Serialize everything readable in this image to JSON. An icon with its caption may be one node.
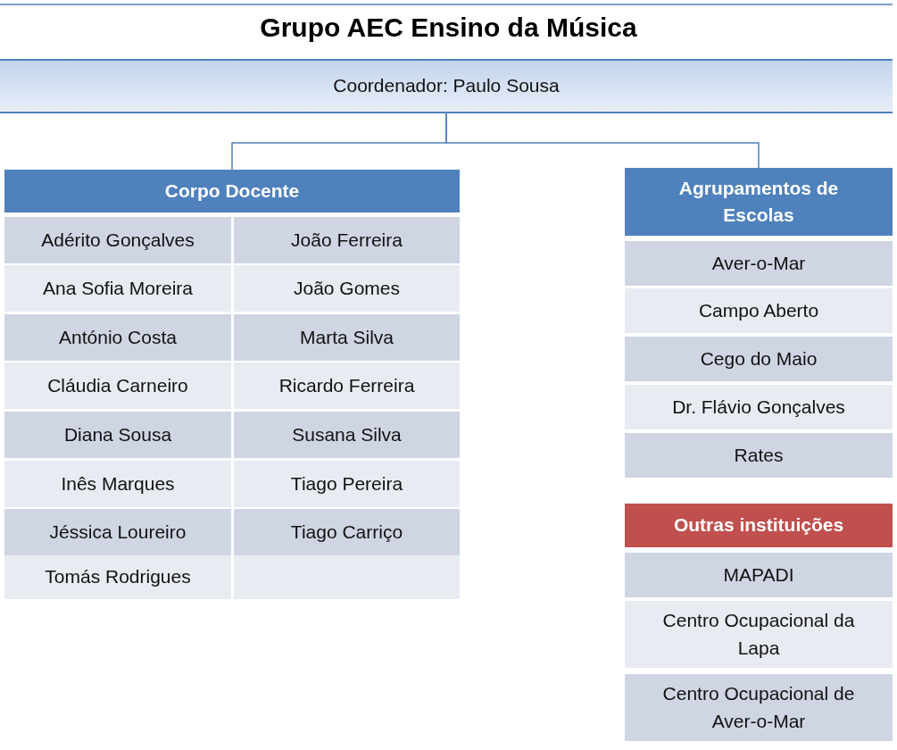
{
  "diagram": {
    "title": "Grupo AEC Ensino da Música",
    "nodes": [
      {
        "text": [
          "Coordenador: Paulo Sousa"
        ]
      },
      {
        "text": [
          "Corpo Docente"
        ]
      },
      {
        "text": [
          "Adérito Gonçalves"
        ]
      },
      {
        "text": [
          "João Ferreira"
        ]
      },
      {
        "text": [
          "Ana Sofia Moreira"
        ]
      },
      {
        "text": [
          "João Gomes"
        ]
      },
      {
        "text": [
          "António Costa"
        ]
      },
      {
        "text": [
          "Marta Silva"
        ]
      },
      {
        "text": [
          "Cláudia Carneiro"
        ]
      },
      {
        "text": [
          "Ricardo Ferreira"
        ]
      },
      {
        "text": [
          "Diana Sousa"
        ]
      },
      {
        "text": [
          "Susana Silva"
        ]
      },
      {
        "text": [
          "Inês Marques"
        ]
      },
      {
        "text": [
          "Tiago Pereira"
        ]
      },
      {
        "text": [
          "Jéssica Loureiro"
        ]
      },
      {
        "text": [
          "Tiago Carriço"
        ]
      },
      {
        "text": [
          "Tomás Rodrigues"
        ]
      },
      {
        "text": [],
        "shape": "box"
      },
      {
        "text": [
          "Agrupamentos de Escolas"
        ]
      },
      {
        "text": [
          "Aver-o-Mar"
        ]
      },
      {
        "text": [
          "Campo Aberto"
        ]
      },
      {
        "text": [
          "Cego do Maio"
        ]
      },
      {
        "text": [
          "Dr. Flávio Gonçalves"
        ]
      },
      {
        "text": [
          "Rates"
        ]
      },
      {
        "text": [
          "Outras instituições"
        ]
      },
      {
        "text": [
          "MAPADI"
        ]
      },
      {
        "text": [
          "Centro Ocupacional da Lapa"
        ]
      },
      {
        "text": [
          "Centro Ocupacional de Aver-o-Mar"
        ]
      }
    ],
    "edges": [
      {
        "from": 0,
        "to": 1,
        "arrow": "none"
      },
      {
        "from": 0,
        "to": 18,
        "arrow": "none"
      }
    ]
  }
}
